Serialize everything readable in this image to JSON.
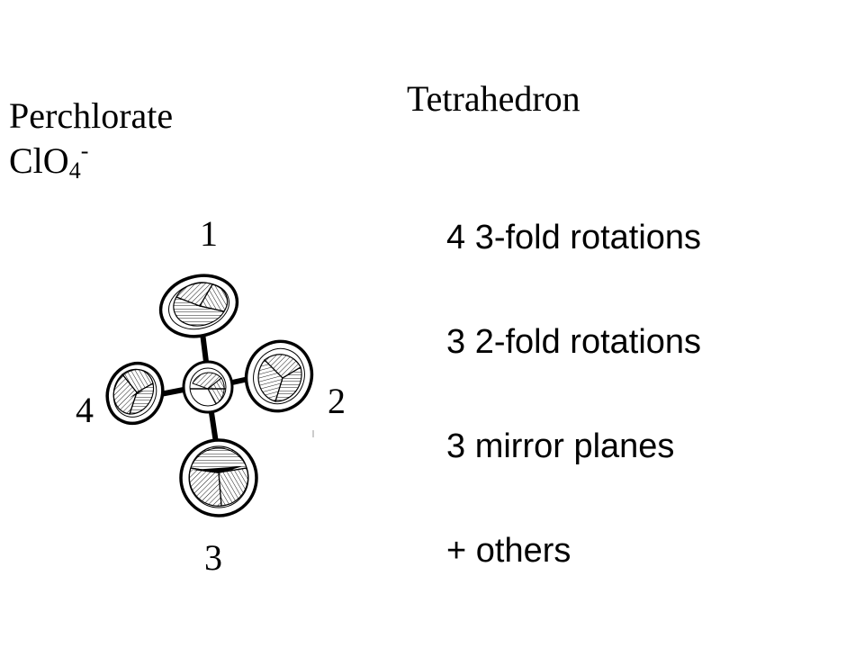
{
  "heading": "Tetrahedron",
  "compound": {
    "name": "Perchlorate",
    "formula_base": "ClO",
    "formula_subscript": "4",
    "formula_charge": "-"
  },
  "atom_labels": {
    "top": "1",
    "right": "2",
    "bottom": "3",
    "left": "4"
  },
  "symmetry_elements": [
    "4 3-fold rotations",
    "3 2-fold rotations",
    "3 mirror planes",
    "+ others"
  ]
}
